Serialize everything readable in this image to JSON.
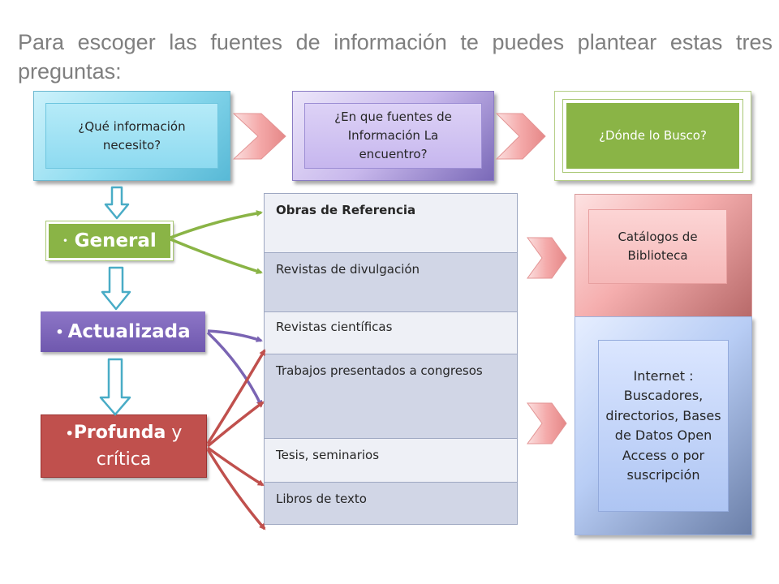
{
  "title": "Para escoger las fuentes de información te puedes plantear estas tres preguntas:",
  "questions": {
    "q1": "¿Qué información necesito?",
    "q2": "¿En que fuentes de Información  La encuentro?",
    "q3": "¿Dónde lo Busco?"
  },
  "levels": {
    "general": "General",
    "actualizada": "Actualizada",
    "profunda": "Profunda",
    "profunda_rest": " y crítica"
  },
  "sources": [
    "Obras de Referencia",
    "Revistas de divulgación",
    "Revistas científicas",
    "Trabajos presentados a congresos",
    "Tesis, seminarios",
    "Libros de texto"
  ],
  "locations": {
    "catalogos": "Catálogos de Biblioteca",
    "internet": "Internet : Buscadores, directorios, Bases de Datos Open Access o por suscripción"
  },
  "colors": {
    "green_arrows": "#8ab446",
    "purple_arrows": "#7a64b3",
    "red_arrows": "#c0504d"
  }
}
